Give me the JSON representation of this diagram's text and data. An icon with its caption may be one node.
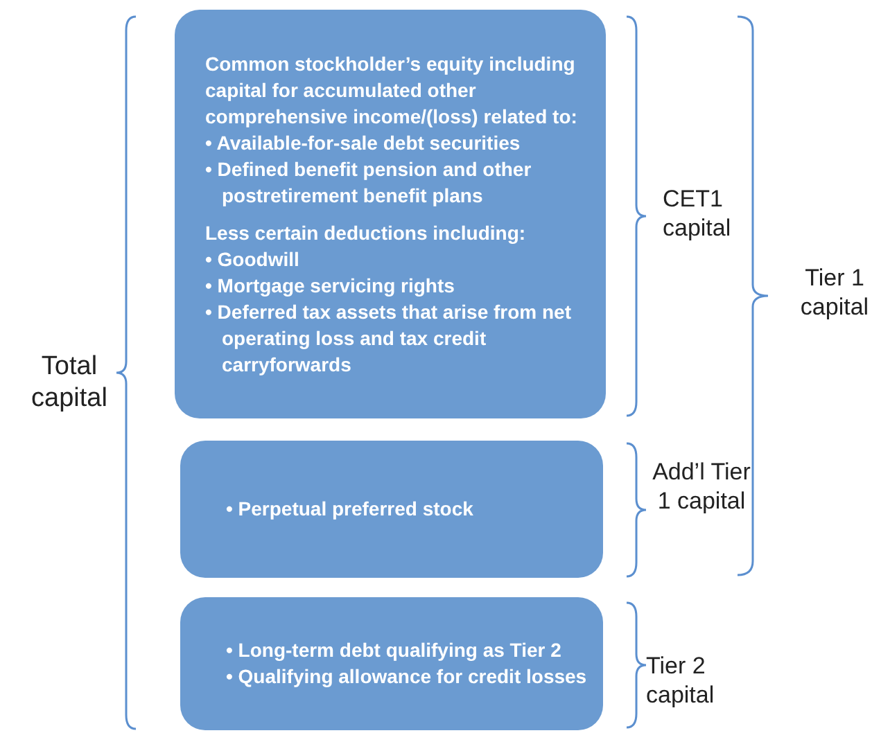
{
  "diagram": {
    "nodes": [
      {
        "text": [
          "Common stockholder’s equity including capital for accumulated other comprehensive income/(loss) related to:",
          "• Available-for-sale debt securities",
          "• Defined benefit pension and other postretirement benefit plans",
          "Less certain deductions including:",
          "• Goodwill",
          "• Mortgage servicing rights",
          "• Deferred tax assets that arise from net operating loss and tax credit carryforwards"
        ]
      },
      {
        "text": [
          "• Perpetual preferred stock"
        ]
      },
      {
        "text": [
          "• Long-term debt qualifying as Tier 2",
          "• Qualifying allowance for credit losses"
        ]
      }
    ],
    "edges": [],
    "labels": [
      "Total capital",
      "CET1 capital",
      "Tier 1 capital",
      "Add’l Tier 1 capital",
      "Tier 2 capital"
    ]
  }
}
